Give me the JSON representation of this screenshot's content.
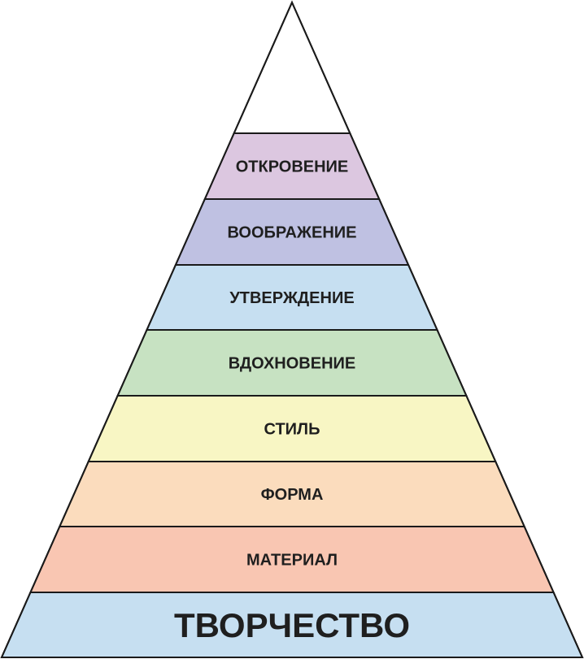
{
  "pyramid": {
    "layers": [
      {
        "label": "ОТКРОВЕНИЕ",
        "color": "#dcc7e0"
      },
      {
        "label": "ВООБРАЖЕНИЕ",
        "color": "#bfc1e2"
      },
      {
        "label": "УТВЕРЖДЕНИЕ",
        "color": "#c6dff1"
      },
      {
        "label": "ВДОХНОВЕНИЕ",
        "color": "#c7e2c2"
      },
      {
        "label": "СТИЛЬ",
        "color": "#f8f6c4"
      },
      {
        "label": "ФОРМА",
        "color": "#fbdcbd"
      },
      {
        "label": "МАТЕРИАЛ",
        "color": "#f9c6b2"
      },
      {
        "label": "ТВОРЧЕСТВО",
        "color": "#c6dff1"
      }
    ],
    "apex_color": "#ffffff",
    "outline_color": "#1a1a1a"
  }
}
